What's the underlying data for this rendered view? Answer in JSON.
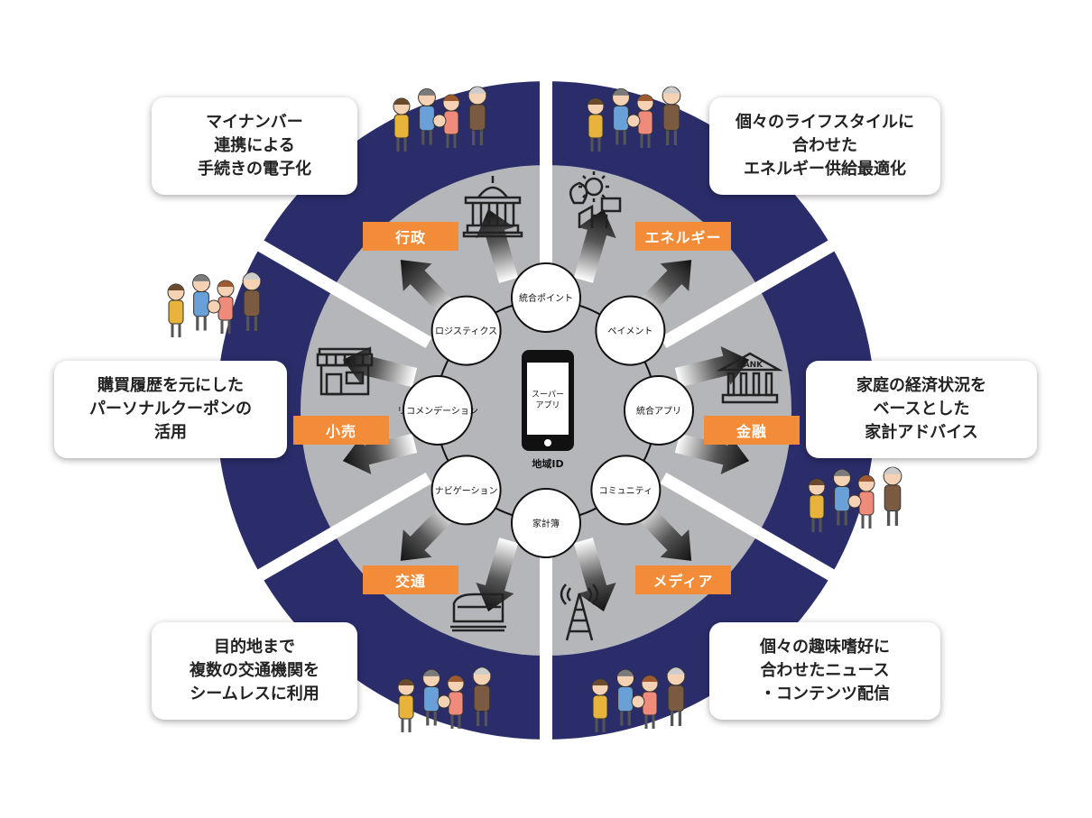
{
  "center": {
    "phone_label": "スーパー\nアプリ",
    "id_label": "地域ID"
  },
  "nodes": [
    {
      "label": "統合ポイント"
    },
    {
      "label": "ペイメント"
    },
    {
      "label": "統合アプリ"
    },
    {
      "label": "コミュニティ"
    },
    {
      "label": "家計簿"
    },
    {
      "label": "ナビゲーション"
    },
    {
      "label": "リコメンデーション"
    },
    {
      "label": "ロジスティクス"
    }
  ],
  "sectors": [
    {
      "tag": "行政",
      "callout": "マイナンバー\n連携による\n手続きの電子化",
      "icon": "government-building-icon"
    },
    {
      "tag": "エネルギー",
      "callout": "個々のライフスタイルに\n合わせた\nエネルギー供給最適化",
      "icon": "energy-icon"
    },
    {
      "tag": "金融",
      "callout": "家庭の経済状況を\nベースとした\n家計アドバイス",
      "icon": "bank-icon",
      "icon_text": "BANK"
    },
    {
      "tag": "メディア",
      "callout": "個々の趣味嗜好に\n合わせたニュース\n・コンテンツ配信",
      "icon": "broadcast-tower-icon"
    },
    {
      "tag": "交通",
      "callout": "目的地まで\n複数の交通機関を\nシームレスに利用",
      "icon": "train-icon"
    },
    {
      "tag": "小売",
      "callout": "購買履歴を元にした\nパーソナルクーポンの\n活用",
      "icon": "store-icon"
    }
  ],
  "colors": {
    "outer_ring": "#2b2d6b",
    "inner_disc": "#b5b6ba",
    "tag": "#f28c38",
    "arrow": "#111111",
    "divider": "#ffffff"
  }
}
